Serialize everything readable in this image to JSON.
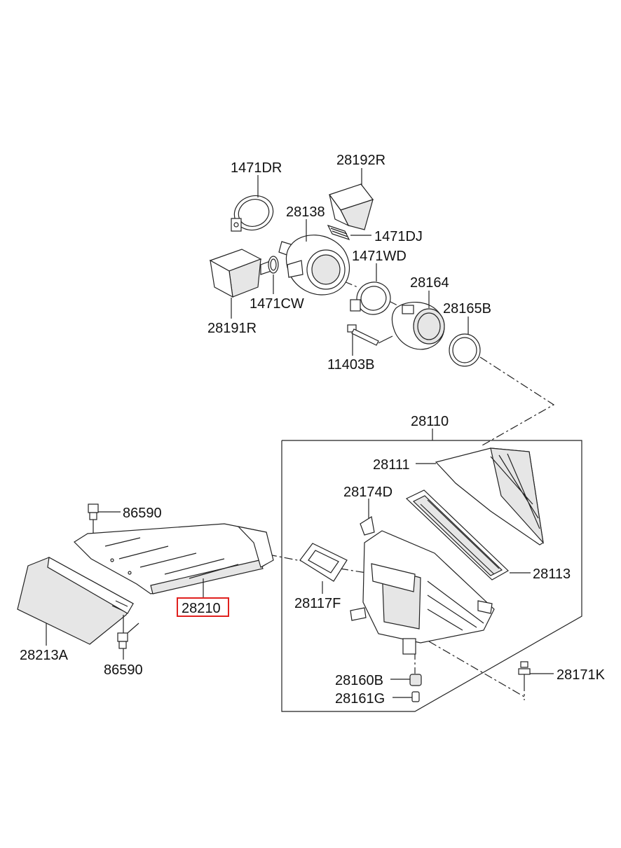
{
  "parts": {
    "p1471DR": "1471DR",
    "p28192R": "28192R",
    "p28138": "28138",
    "p1471DJ": "1471DJ",
    "p1471WD": "1471WD",
    "p28164": "28164",
    "p28165B": "28165B",
    "p1471CW": "1471CW",
    "p28191R": "28191R",
    "p11403B": "11403B",
    "p28110": "28110",
    "p28111": "28111",
    "p28174D": "28174D",
    "p28113": "28113",
    "p86590_top": "86590",
    "p28117F": "28117F",
    "p28210": "28210",
    "p28213A": "28213A",
    "p86590_bottom": "86590",
    "p28160B": "28160B",
    "p28171K": "28171K",
    "p28161G": "28161G"
  },
  "highlight": {
    "part": "28210",
    "color": "#e0201e"
  }
}
